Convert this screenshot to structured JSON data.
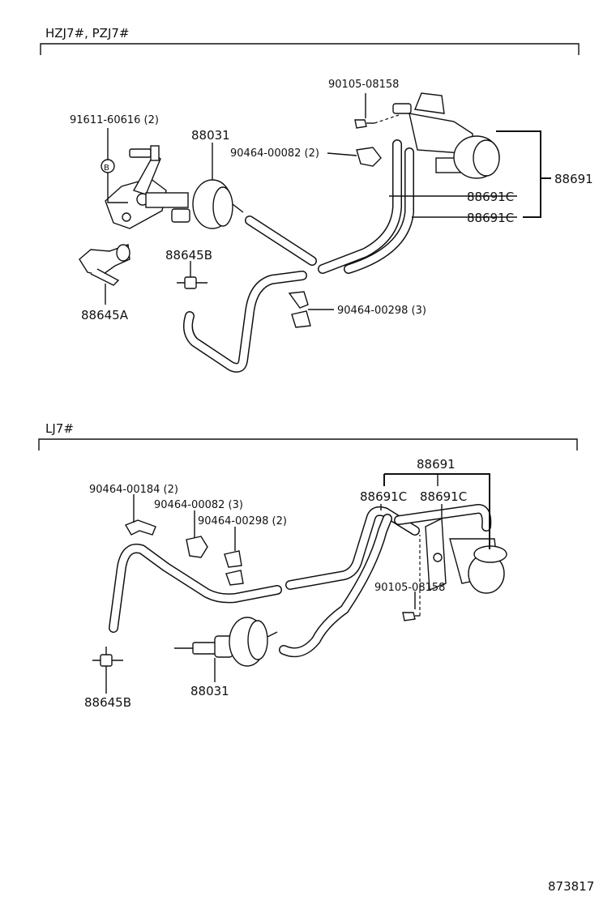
{
  "sections": [
    {
      "header": "HZJ7#, PZJ7#",
      "labels": {
        "bolt": "90105-08158",
        "nut": "91611-60616 (2)",
        "actuator": "88031",
        "clamp_a": "90464-00082 (2)",
        "vsv": "88691",
        "hose_c1": "88691C",
        "hose_c2": "88691C",
        "connector_b": "88645B",
        "connector_a": "88645A",
        "clamp_b": "90464-00298 (3)"
      }
    },
    {
      "header": "LJ7#",
      "labels": {
        "vsv": "88691",
        "hose_c1": "88691C",
        "hose_c2": "88691C",
        "clamp_a": "90464-00184 (2)",
        "clamp_b": "90464-00082 (3)",
        "clamp_c": "90464-00298 (2)",
        "bolt": "90105-08158",
        "actuator": "88031",
        "connector_b": "88645B"
      }
    }
  ],
  "ref_number": "873817"
}
